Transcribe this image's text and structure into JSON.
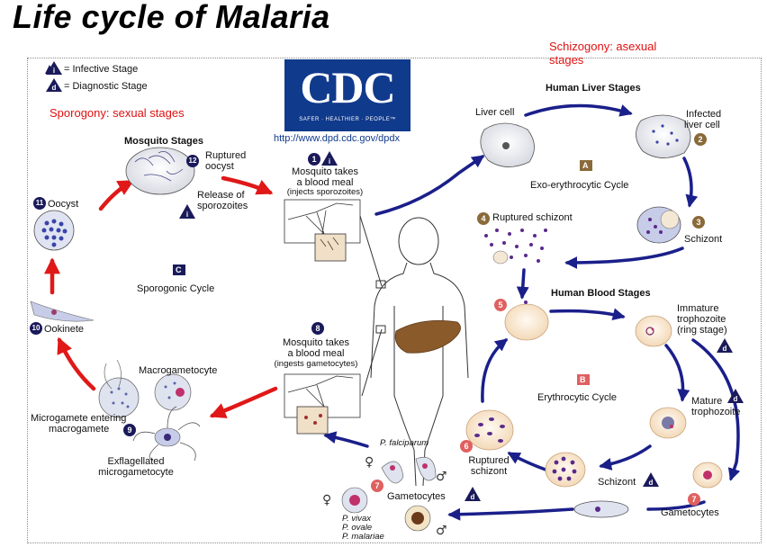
{
  "title": "Life cycle of Malaria",
  "legend": {
    "infective_symbol": "i",
    "infective_label": "= Infective Stage",
    "diagnostic_symbol": "d",
    "diagnostic_label": "= Diagnostic Stage"
  },
  "annotations": {
    "sporogony": "Sporogony: sexual stages",
    "schizogony": "Schizogony: asexual stages"
  },
  "cdc": {
    "logo": "CDC",
    "tagline": "SAFER · HEALTHIER · PEOPLE™",
    "url": "http://www.dpd.cdc.gov/dpdx"
  },
  "headers": {
    "mosquito": "Mosquito Stages",
    "liver": "Human Liver Stages",
    "blood": "Human Blood Stages"
  },
  "cycles": {
    "a_letter": "A",
    "a_label": "Exo-erythrocytic Cycle",
    "b_letter": "B",
    "b_label": "Erythrocytic Cycle",
    "c_letter": "C",
    "c_label": "Sporogonic Cycle"
  },
  "stages": {
    "s1_num": "1",
    "s1_line1": "Mosquito takes",
    "s1_line2": "a blood meal",
    "s1_line3": "(injects sporozoites)",
    "liver_cell": "Liver cell",
    "s2_num": "2",
    "s2_line1": "Infected",
    "s2_line2": "liver cell",
    "s3_num": "3",
    "s3_label": "Schizont",
    "s4_num": "4",
    "s4_label": "Ruptured schizont",
    "s5_num": "5",
    "immature_line1": "Immature",
    "immature_line2": "trophozoite",
    "immature_line3": "(ring stage)",
    "mature_line1": "Mature",
    "mature_line2": "trophozoite",
    "schizont_blood": "Schizont",
    "s6_num": "6",
    "s6_line1": "Ruptured",
    "s6_line2": "schizont",
    "s7_num": "7",
    "s7_label": "Gametocytes",
    "s7b_num": "7",
    "s7b_label": "Gametocytes",
    "p_falciparum": "P. falciparum",
    "p_vivax": "P. vivax",
    "p_ovale": "P. ovale",
    "p_malariae": "P. malariae",
    "s8_num": "8",
    "s8_line1": "Mosquito takes",
    "s8_line2": "a blood meal",
    "s8_line3": "(ingests gametocytes)",
    "macrogametocyte": "Macrogametocyte",
    "s9_num": "9",
    "s9_line1": "Microgamete entering",
    "s9_line2": "macrogamete",
    "exfl_line1": "Exflagellated",
    "exfl_line2": "microgametocyte",
    "s10_num": "10",
    "s10_label": "Ookinete",
    "s11_num": "11",
    "s11_label": "Oocyst",
    "s12_num": "12",
    "s12_line1": "Ruptured",
    "s12_line2": "oocyst",
    "release_line1": "Release of",
    "release_line2": "sporozoites"
  },
  "colors": {
    "title": "#000000",
    "annotation": "#e01010",
    "arrow_blue": "#1a1f8a",
    "arrow_red": "#e01818",
    "cdc_blue": "#103a8c",
    "badge_navy": "#1a1a5a"
  },
  "icons": {
    "infective": "triangle-i-icon",
    "diagnostic": "triangle-d-icon"
  }
}
